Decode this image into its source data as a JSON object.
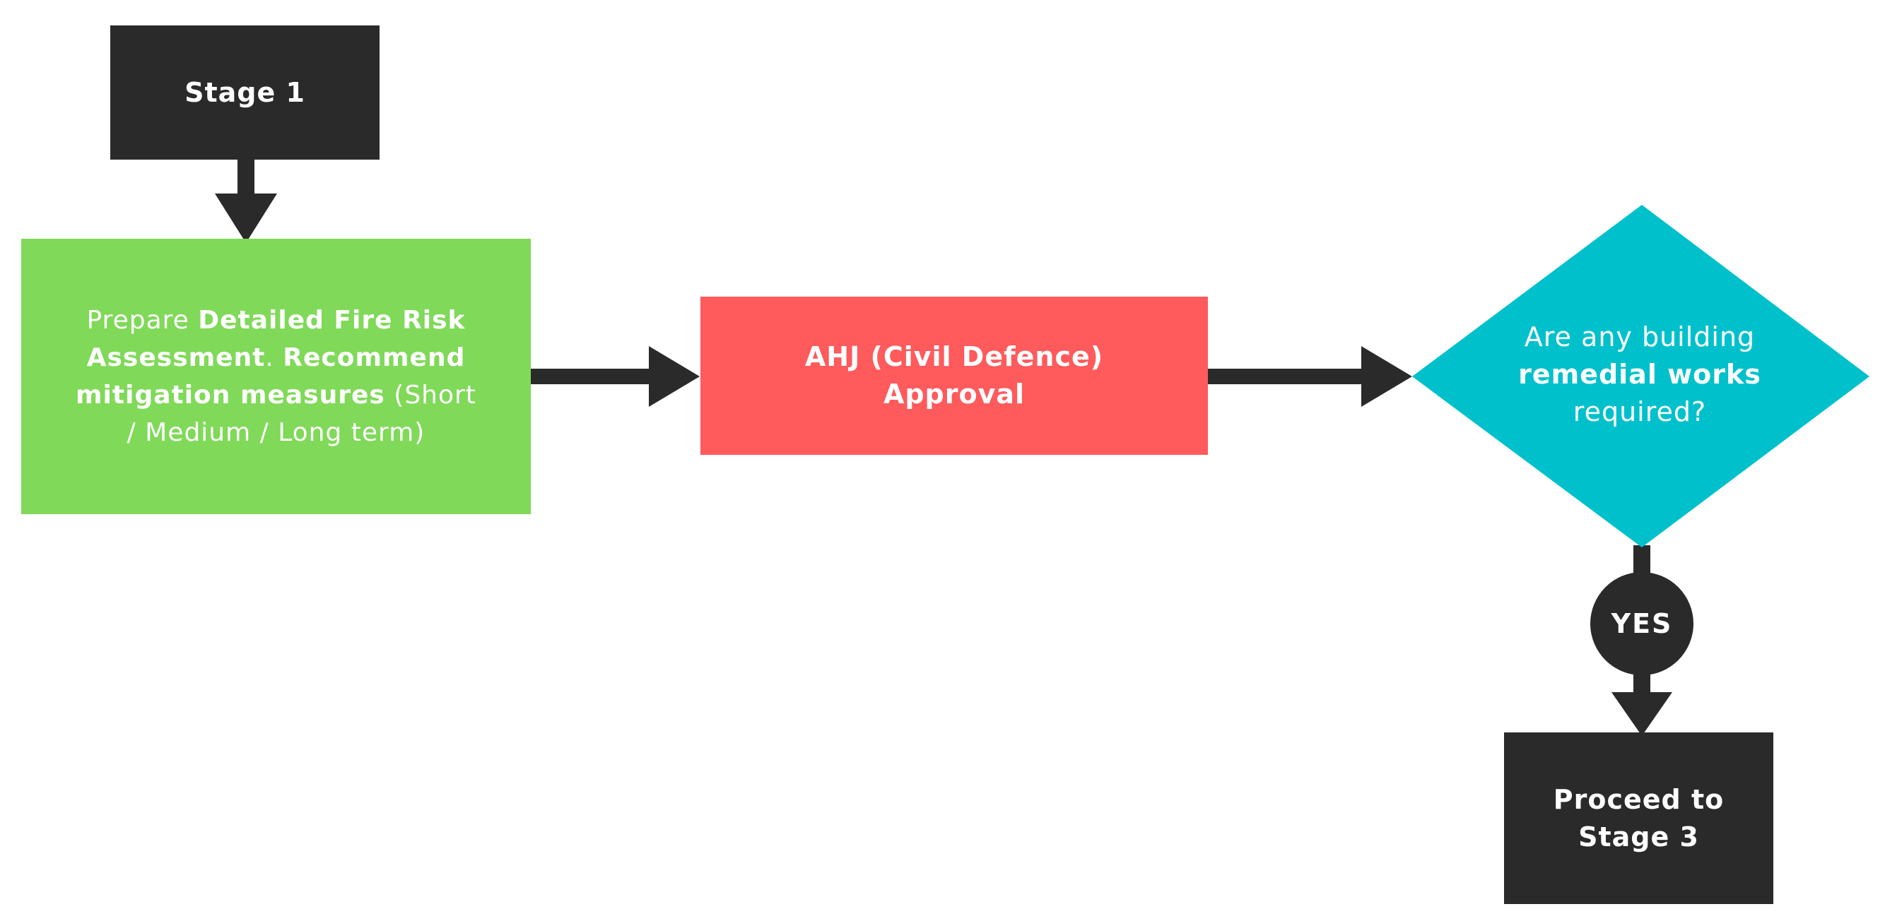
{
  "colors": {
    "dark": "#2a2a2a",
    "green": "#80d959",
    "red": "#ff5a5c",
    "teal": "#00c1cb",
    "text": "#ffffff"
  },
  "nodes": {
    "stage1": {
      "label": "Stage 1"
    },
    "assessment": {
      "line1_regular": "Prepare ",
      "line1_bold": "Detailed Fire Risk",
      "line2_bold1": "Assessment",
      "line2_regular": ". ",
      "line2_bold2": "Recommend",
      "line3_bold": "mitigation measures",
      "line3_regular": " (Short",
      "line4_regular": "/ Medium / Long term)"
    },
    "approval": {
      "line1": "AHJ (Civil Defence)",
      "line2": "Approval"
    },
    "decision": {
      "line1_regular": "Are any building",
      "line2_bold": "remedial works",
      "line3_regular": "required?"
    },
    "yes": {
      "label": "YES"
    },
    "proceed": {
      "line1": "Proceed to",
      "line2": "Stage 3"
    }
  }
}
